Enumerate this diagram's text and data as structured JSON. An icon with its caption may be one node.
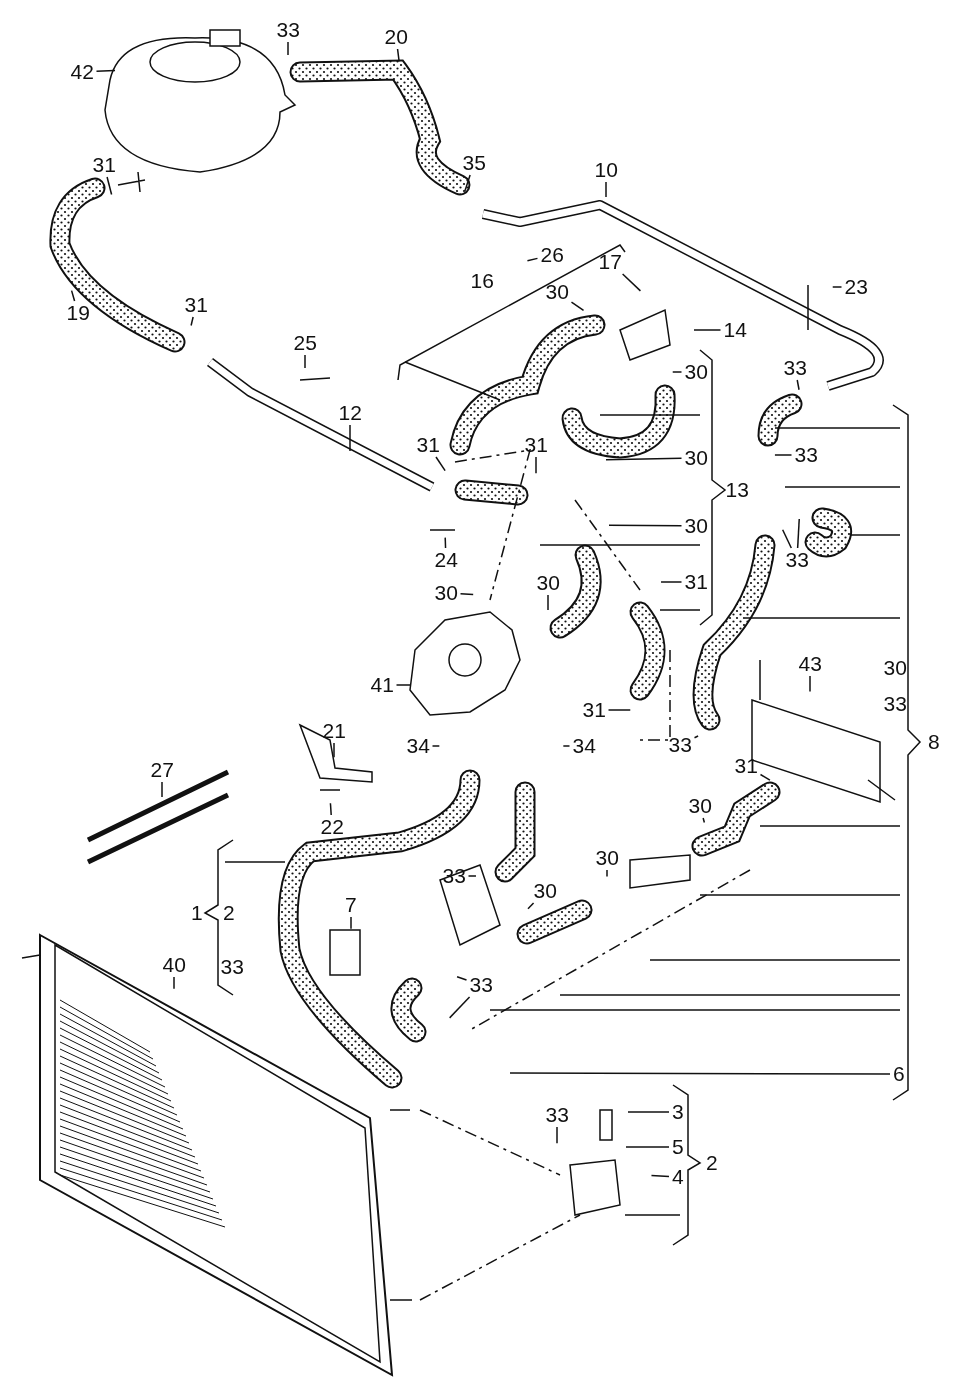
{
  "diagram": {
    "nodes": [
      {
        "text": [
          "33"
        ]
      },
      {
        "text": [
          "20"
        ]
      },
      {
        "text": [
          "42"
        ]
      },
      {
        "text": [
          "31"
        ]
      },
      {
        "text": [
          "35"
        ]
      },
      {
        "text": [
          "10"
        ]
      },
      {
        "text": [
          "26"
        ]
      },
      {
        "text": [
          "17"
        ]
      },
      {
        "text": [
          "23"
        ]
      },
      {
        "text": [
          "30"
        ]
      },
      {
        "text": [
          "14"
        ]
      },
      {
        "text": [
          "31"
        ]
      },
      {
        "text": [
          "25"
        ]
      },
      {
        "text": [
          "19"
        ]
      },
      {
        "text": [
          "33"
        ]
      },
      {
        "text": [
          "30"
        ]
      },
      {
        "text": [
          "12"
        ]
      },
      {
        "text": [
          "31"
        ]
      },
      {
        "text": [
          "31"
        ]
      },
      {
        "text": [
          "30"
        ]
      },
      {
        "text": [
          "33"
        ]
      },
      {
        "text": [
          "30"
        ]
      },
      {
        "text": [
          "33"
        ]
      },
      {
        "text": [
          "24"
        ]
      },
      {
        "text": [
          "30"
        ]
      },
      {
        "text": [
          "30"
        ]
      },
      {
        "text": [
          "31"
        ]
      },
      {
        "text": [
          "41"
        ]
      },
      {
        "text": [
          "43"
        ]
      },
      {
        "text": [
          "31"
        ]
      },
      {
        "text": [
          "33"
        ]
      },
      {
        "text": [
          "34"
        ]
      },
      {
        "text": [
          "34"
        ]
      },
      {
        "text": [
          "21"
        ]
      },
      {
        "text": [
          "27"
        ]
      },
      {
        "text": [
          "31"
        ]
      },
      {
        "text": [
          "22"
        ]
      },
      {
        "text": [
          "30"
        ]
      },
      {
        "text": [
          "30"
        ]
      },
      {
        "text": [
          "33"
        ]
      },
      {
        "text": [
          "7"
        ]
      },
      {
        "text": [
          "30"
        ]
      },
      {
        "text": [
          "33"
        ]
      },
      {
        "text": [
          "40"
        ]
      },
      {
        "text": [
          "6"
        ]
      },
      {
        "text": [
          "33"
        ]
      },
      {
        "text": [
          "3"
        ]
      },
      {
        "text": [
          "5"
        ]
      },
      {
        "text": [
          "4"
        ]
      }
    ],
    "edges": [
      {
        "from": 0,
        "to": null,
        "arrow": "none"
      },
      {
        "from": 1,
        "to": null,
        "arrow": "none"
      },
      {
        "from": 2,
        "to": null,
        "arrow": "none"
      },
      {
        "from": 3,
        "to": null,
        "arrow": "none"
      },
      {
        "from": 4,
        "to": null,
        "arrow": "none"
      },
      {
        "from": 5,
        "to": null,
        "arrow": "none"
      },
      {
        "from": 6,
        "to": null,
        "arrow": "none"
      },
      {
        "from": 7,
        "to": null,
        "arrow": "none"
      },
      {
        "from": 8,
        "to": null,
        "arrow": "none"
      },
      {
        "from": 9,
        "to": null,
        "arrow": "none"
      },
      {
        "from": 10,
        "to": null,
        "arrow": "none"
      },
      {
        "from": 11,
        "to": null,
        "arrow": "none"
      },
      {
        "from": 12,
        "to": null,
        "arrow": "none"
      },
      {
        "from": 13,
        "to": null,
        "arrow": "none"
      },
      {
        "from": 14,
        "to": null,
        "arrow": "none"
      },
      {
        "from": 15,
        "to": null,
        "arrow": "none"
      },
      {
        "from": 16,
        "to": null,
        "arrow": "none"
      },
      {
        "from": 17,
        "to": null,
        "arrow": "none"
      },
      {
        "from": 18,
        "to": null,
        "arrow": "none"
      },
      {
        "from": 19,
        "to": null,
        "arrow": "none"
      },
      {
        "from": 20,
        "to": null,
        "arrow": "none"
      },
      {
        "from": 21,
        "to": null,
        "arrow": "none"
      },
      {
        "from": 22,
        "to": null,
        "arrow": "none"
      },
      {
        "from": 22,
        "to": null,
        "arrow": "none"
      },
      {
        "from": 23,
        "to": null,
        "arrow": "none"
      },
      {
        "from": 24,
        "to": null,
        "arrow": "none"
      },
      {
        "from": 25,
        "to": null,
        "arrow": "none"
      },
      {
        "from": 26,
        "to": null,
        "arrow": "none"
      },
      {
        "from": 27,
        "to": null,
        "arrow": "none"
      },
      {
        "from": 28,
        "to": null,
        "arrow": "none"
      },
      {
        "from": 29,
        "to": null,
        "arrow": "none"
      },
      {
        "from": 30,
        "to": null,
        "arrow": "none"
      },
      {
        "from": 31,
        "to": null,
        "arrow": "none"
      },
      {
        "from": 32,
        "to": null,
        "arrow": "none"
      },
      {
        "from": 33,
        "to": null,
        "arrow": "none"
      },
      {
        "from": 34,
        "to": null,
        "arrow": "none"
      },
      {
        "from": 35,
        "to": null,
        "arrow": "none"
      },
      {
        "from": 36,
        "to": null,
        "arrow": "none"
      },
      {
        "from": 37,
        "to": null,
        "arrow": "none"
      },
      {
        "from": 38,
        "to": null,
        "arrow": "none"
      },
      {
        "from": 39,
        "to": null,
        "arrow": "none"
      },
      {
        "from": 40,
        "to": null,
        "arrow": "none"
      },
      {
        "from": 41,
        "to": null,
        "arrow": "none"
      },
      {
        "from": 42,
        "to": null,
        "arrow": "none"
      },
      {
        "from": 42,
        "to": null,
        "arrow": "none"
      },
      {
        "from": 43,
        "to": null,
        "arrow": "none"
      },
      {
        "from": 44,
        "to": null,
        "arrow": "none"
      },
      {
        "from": 45,
        "to": null,
        "arrow": "none"
      },
      {
        "from": 46,
        "to": null,
        "arrow": "none"
      },
      {
        "from": 47,
        "to": null,
        "arrow": "none"
      },
      {
        "from": 48,
        "to": null,
        "arrow": "none"
      }
    ],
    "labels": [
      "16",
      "13",
      "30",
      "33",
      "8",
      "1",
      "2",
      "33",
      "2"
    ]
  }
}
